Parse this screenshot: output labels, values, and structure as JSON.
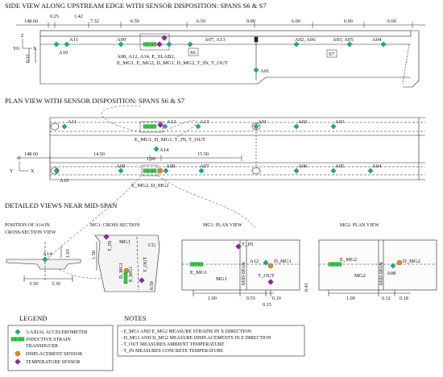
{
  "headings": {
    "side_view": "SIDE VIEW ALONG UPSTREAM EDGE WITH SENSOR DISPOSITION: SPANS S6 & S7",
    "plan_view": "PLAN VIEW WITH SENSOR DISPOSITION: SPANS S6 & S7",
    "detail_views": "DETAILED VIEWS NEAR MID-SPAN",
    "legend": "LEGEND",
    "notes": "NOTES"
  },
  "side_view": {
    "dims_top": [
      "148.60",
      "0.25",
      "1.42",
      "7.32",
      "6.50",
      "6.50",
      "9.00",
      "6.00",
      "6.00",
      "6.60"
    ],
    "sensors": [
      "A10",
      "A11",
      "A09",
      "A07, A13",
      "A02, A06",
      "A03, A05",
      "A04",
      "A01"
    ],
    "height_dim": "0.32",
    "span_labels": [
      "S6",
      "S7"
    ],
    "group_label_line1": "A08, A12, A14, E_SLAB2,",
    "group_label_line2": "E_MG1, E_MG2, D_MG1, D_MG2, T_IN, T_OUT",
    "axis_z": "Z",
    "axis_y": "Y",
    "axis_x": "X"
  },
  "plan_view": {
    "upper_sensors": [
      "A11",
      "A12",
      "A13",
      "A01",
      "A02",
      "A03"
    ],
    "lower_sensors": [
      "A10",
      "A09",
      "A08",
      "A07",
      "A06",
      "A05",
      "A04"
    ],
    "mid_sensor": "A14",
    "group_label_upper": "E_MG1, D_MG1, T_IN, T_OUT",
    "group_label_lower": "E_MG2, D_MG2",
    "dims": [
      "148.60",
      "14.50",
      "1.00",
      "15.50"
    ],
    "axis_z": "Z",
    "axis_y": "Y",
    "axis_x": "X"
  },
  "detail_a14": {
    "title_line1": "POSITION OF A14 IN",
    "title_line2": "CROSS-SECTION VIEW",
    "sensor": "A14",
    "dims": [
      "1.65",
      "3.30",
      "3.30"
    ]
  },
  "detail_mg1_section": {
    "title": "MG1: CROSS SECTION",
    "labels": [
      "MG1",
      "CG",
      "1.50",
      "T_IN",
      "T_OUT",
      "D_MG1",
      "E_MG1",
      "0.50"
    ]
  },
  "detail_mg1_plan": {
    "title": "MG1: PLAN VIEW",
    "labels": [
      "T_IN",
      "A12",
      "D_MG1",
      "E_MG1",
      "MID-SPAN",
      "MG1",
      "T_OUT"
    ],
    "dims": [
      "1.00",
      "0.55",
      "0.10",
      "0.15",
      "0.41"
    ]
  },
  "detail_mg2_plan": {
    "title": "MG2: PLAN VIEW",
    "labels": [
      "E_MG2",
      "A08",
      "D_MG2",
      "MID-SPAN",
      "MG2"
    ],
    "dims": [
      "1.00",
      "0.32",
      "0.18"
    ]
  },
  "legend": {
    "items": [
      {
        "label": "3-AXIAL ACCELEROMETER"
      },
      {
        "label": "INDUCTIVE STRAIN"
      },
      {
        "label": "TRANSDUCER"
      },
      {
        "label": "DISPLACEMENT SENSOR"
      },
      {
        "label": "TEMPERATURE SENSOR"
      }
    ]
  },
  "notes": {
    "items": [
      "- E_MG1 AND E_MG2 MEASURE STRAINS IN X DIRECTION",
      "- D_MG1 AND D_MG2 MEASURE DISPLACEMENTS IN Z DIRECTION",
      "- T_OUT MEASURES AMBIENT TEMPERATURE",
      "- T_IN MEASURES CONCRETE TEMPERATURE"
    ]
  },
  "colors": {
    "accelerometer": "#16a89a",
    "strain": "#2ecc40",
    "displacement": "#e08a1e",
    "temperature": "#9b1fb3"
  }
}
